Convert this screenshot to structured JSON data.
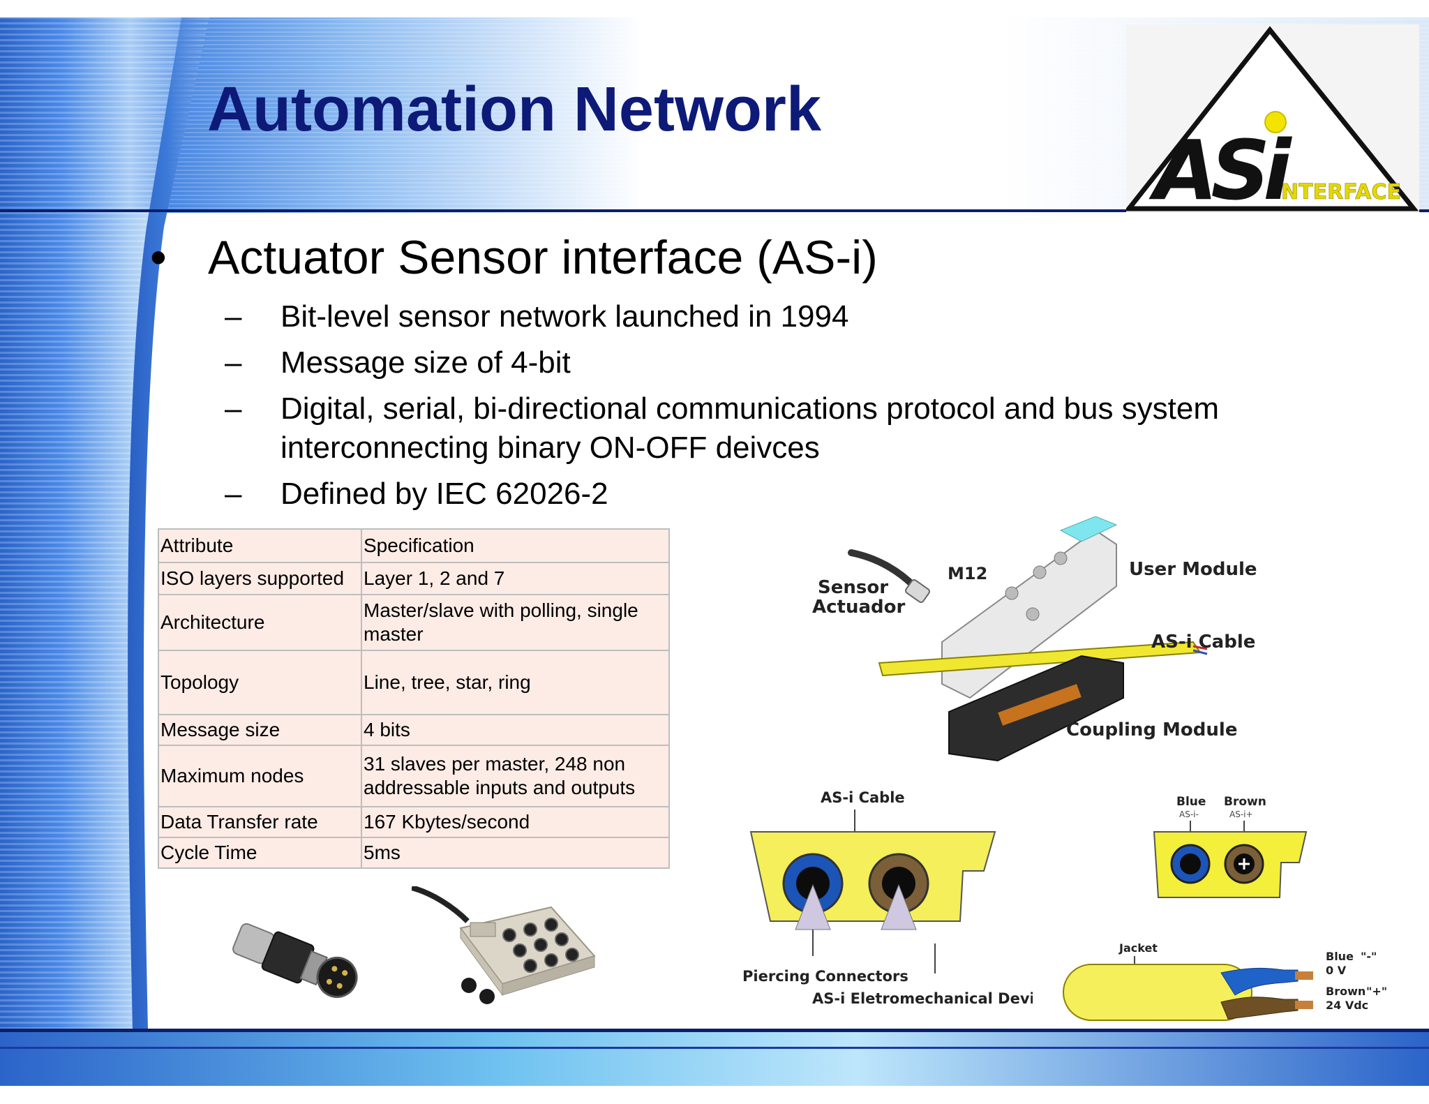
{
  "title": "Automation Network",
  "logo": {
    "main_text": "ASi",
    "sub_text": "NTERFACE",
    "accent": "#f2e400"
  },
  "bullet": {
    "marker": "•",
    "text": "Actuator Sensor interface (AS-i)"
  },
  "sub_bullets": [
    {
      "marker": "–",
      "text": "Bit-level sensor network launched in 1994"
    },
    {
      "marker": "–",
      "text": "Message size of 4-bit"
    },
    {
      "marker": "–",
      "text": "Digital, serial, bi-directional communications protocol and bus system interconnecting binary ON-OFF deivces"
    },
    {
      "marker": "–",
      "text": "Defined by IEC 62026-2"
    }
  ],
  "spec_table": {
    "rows": [
      [
        "Attribute",
        "Specification"
      ],
      [
        "ISO layers supported",
        "Layer 1, 2 and 7"
      ],
      [
        "Architecture",
        "Master/slave with polling, single master"
      ],
      [
        "Topology",
        "Line, tree, star, ring"
      ],
      [
        "Message size",
        "4 bits"
      ],
      [
        "Maximum nodes",
        "31 slaves per master, 248 non addressable inputs and outputs"
      ],
      [
        "Data Transfer rate",
        "167 Kbytes/second"
      ],
      [
        "Cycle Time",
        "5ms"
      ]
    ]
  },
  "module_diagram": {
    "m12": "M12",
    "sensor_1": "Sensor",
    "sensor_2": "Actuador",
    "user_module": "User Module",
    "asi_cable": "AS-i Cable",
    "coupling_module": "Coupling Module"
  },
  "cable_diagram": {
    "asi_cable": "AS-i Cable",
    "piercing": "Piercing Connectors",
    "device": "AS-i Eletromechanical Device"
  },
  "polarity_diagram": {
    "blue": "Blue",
    "blue_sub": "AS-i-",
    "brown": "Brown",
    "brown_sub": "AS-i+"
  },
  "cable_cross": {
    "jacket": "Jacket",
    "blue": "Blue",
    "blue_sign": "\"-\"",
    "blue_v": "0 V",
    "brown": "Brown",
    "brown_sign": "\"+\"",
    "brown_v": "24 Vdc"
  },
  "colors": {
    "title": "#0d1a78",
    "cable_yellow": "#f4ef5a",
    "blue_wire": "#1f62c8",
    "brown_wire": "#7a5a2a"
  }
}
